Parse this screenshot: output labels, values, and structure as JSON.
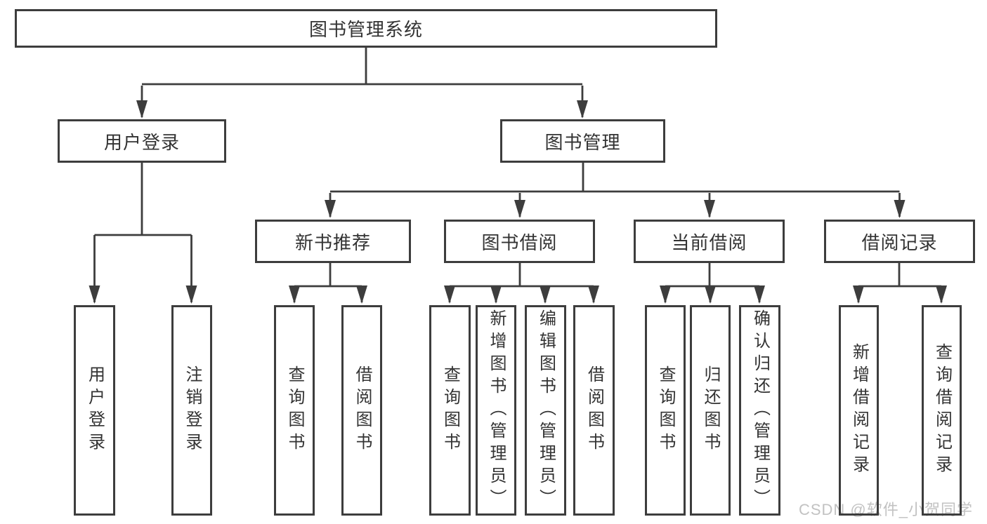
{
  "title": "图书管理系统",
  "tree": {
    "root": {
      "label": "图书管理系统"
    },
    "branches": [
      {
        "label": "用户登录",
        "children": [
          "用户登录",
          "注销登录"
        ]
      },
      {
        "label": "图书管理",
        "children": [
          {
            "label": "新书推荐",
            "children": [
              "查询图书",
              "借阅图书"
            ]
          },
          {
            "label": "图书借阅",
            "children": [
              "查询图书",
              "新增图书（管理员）",
              "编辑图书（管理员）",
              "借阅图书"
            ]
          },
          {
            "label": "当前借阅",
            "children": [
              "查询图书",
              "归还图书",
              "确认归还（管理员）"
            ]
          },
          {
            "label": "借阅记录",
            "children": [
              "新增借阅记录",
              "查询借阅记录"
            ]
          }
        ]
      }
    ]
  },
  "watermark": {
    "text": "CSDN @软件_小贺同学"
  },
  "colors": {
    "line": "#3d3d3d",
    "text": "#333333",
    "watermark": "#c2c2c2",
    "background": "#ffffff"
  }
}
